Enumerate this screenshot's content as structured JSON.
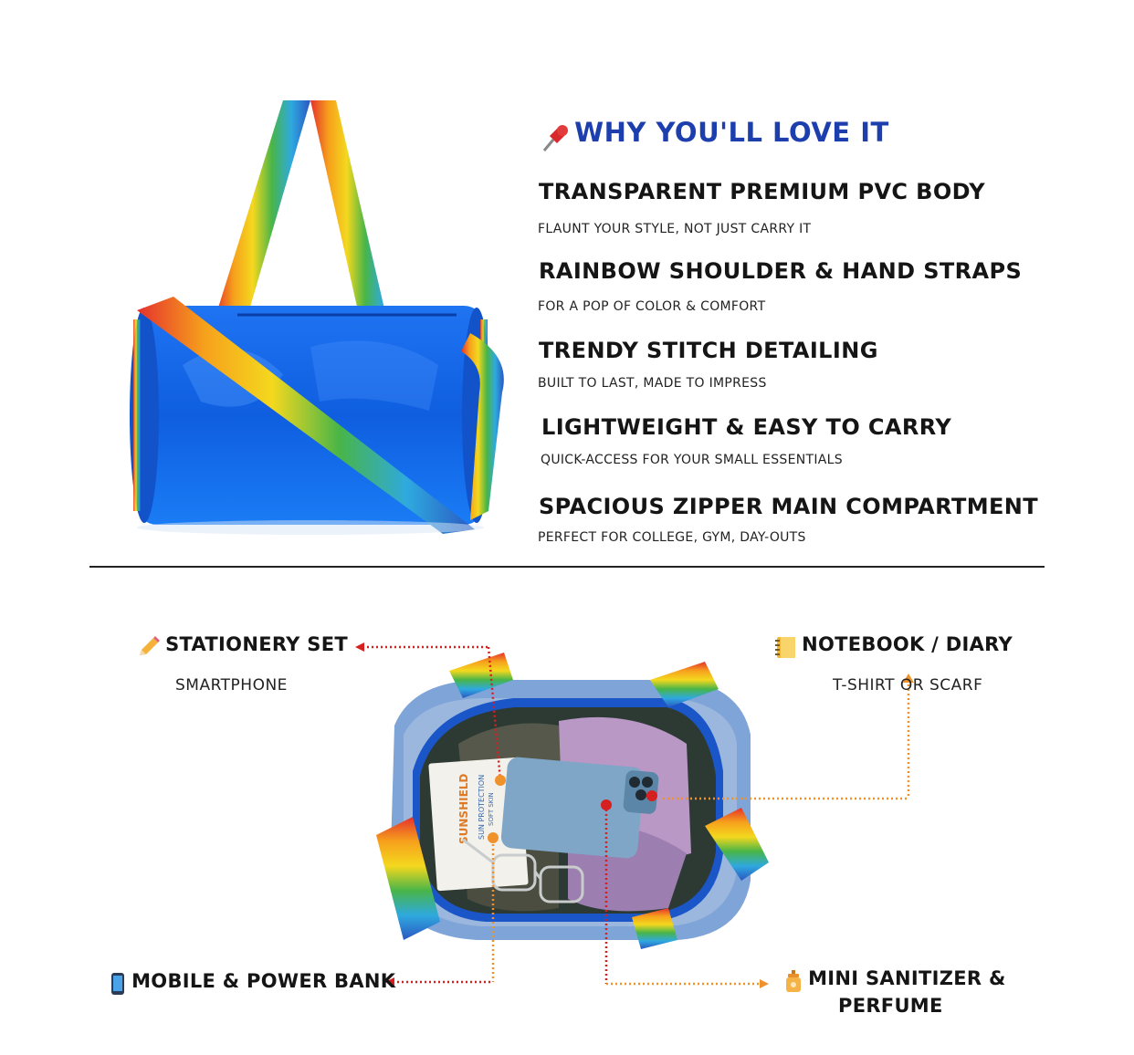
{
  "top": {
    "heading_icon": "pushpin-icon",
    "heading": "WHY YOU'LL LOVE IT",
    "features": [
      {
        "title": "TRANSPARENT PREMIUM PVC BODY",
        "subtitle": "FLAUNT YOUR STYLE, NOT JUST CARRY IT"
      },
      {
        "title": "RAINBOW SHOULDER & HAND STRAPS",
        "subtitle": "FOR A POP OF COLOR & COMFORT"
      },
      {
        "title": "TRENDY STITCH DETAILING",
        "subtitle": "BUILT TO LAST, MADE TO IMPRESS"
      },
      {
        "title": "LIGHTWEIGHT & EASY TO CARRY",
        "subtitle": "QUICK-ACCESS FOR YOUR SMALL ESSENTIALS"
      },
      {
        "title": "SPACIOUS ZIPPER MAIN COMPARTMENT",
        "subtitle": "PERFECT FOR COLLEGE, GYM, DAY-OUTS"
      }
    ]
  },
  "bottom": {
    "callouts": {
      "stationery": {
        "icon": "pencil-icon",
        "label": "STATIONERY SET",
        "sub": "SMARTPHONE"
      },
      "notebook": {
        "icon": "notebook-icon",
        "label": "NOTEBOOK / DIARY",
        "sub": "T-SHIRT OR SCARF"
      },
      "mobile": {
        "icon": "mobile-phone-icon",
        "label": "MOBILE & POWER BANK"
      },
      "sanitizer": {
        "icon": "lotion-bottle-icon",
        "label_line1": "MINI SANITIZER &",
        "label_line2": "PERFUME"
      }
    },
    "product_text": {
      "brand": "SUNSHIELD",
      "line2": "SUN PROTECTION",
      "line3": "SOFT SKIN"
    }
  },
  "colors": {
    "heading": "#1d3fae",
    "bag_blue": "#1565e0",
    "callout_red": "#d62020",
    "callout_orange": "#f0922c",
    "rainbow": [
      "#e5312d",
      "#f6a11c",
      "#f4d81e",
      "#48b548",
      "#2fa9df",
      "#2a57c2"
    ]
  }
}
